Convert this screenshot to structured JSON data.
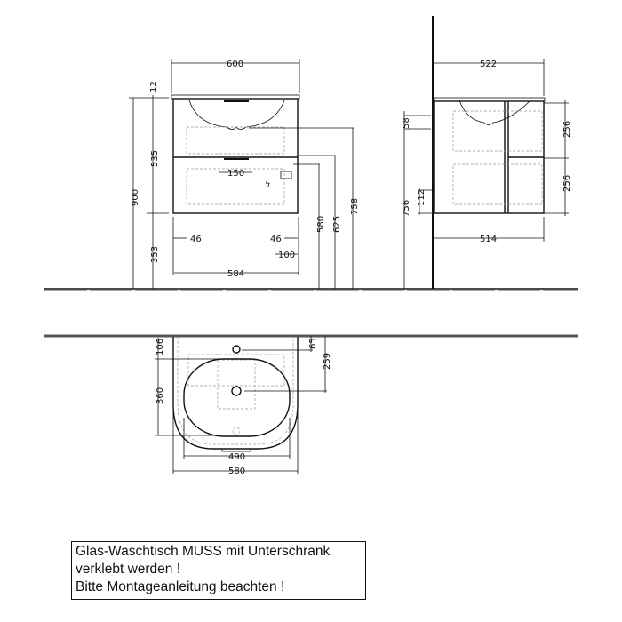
{
  "front_view": {
    "width_top": "600",
    "counter_thickness": "12",
    "height_total": "900",
    "height_cabinet": "535",
    "height_below": "353",
    "offset_left": "46",
    "offset_right": "46",
    "offset_right_2": "100",
    "width_cabinet": "584",
    "drain_spacing": "150",
    "height_580": "580",
    "height_625": "625",
    "height_758": "758"
  },
  "side_view": {
    "depth_top": "522",
    "offset_58": "58",
    "height_756": "756",
    "offset_112": "112",
    "depth_cabinet": "514",
    "drawer_upper": "256",
    "drawer_lower": "256"
  },
  "top_view": {
    "offset_106": "106",
    "basin_depth": "360",
    "tap_offset": "65",
    "drain_offset": "259",
    "basin_width": "490",
    "outer_width": "580"
  },
  "note": {
    "lines": [
      "Glas-Waschtisch MUSS mit Unterschrank",
      "verklebt werden !",
      "Bitte Montageanleitung beachten !"
    ]
  }
}
